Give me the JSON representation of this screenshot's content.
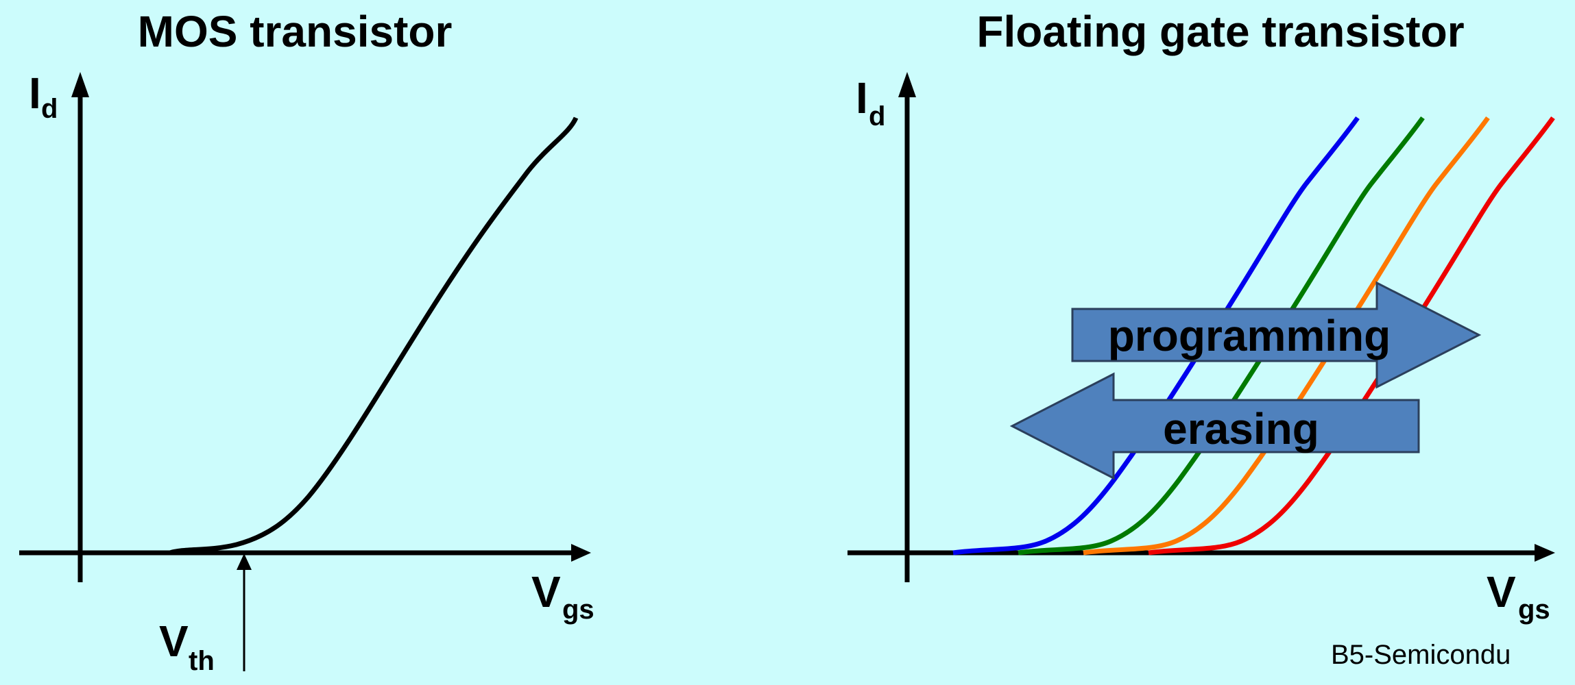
{
  "left_panel": {
    "title": "MOS transistor",
    "y_label": "I",
    "y_label_sub": "d",
    "x_label": "V",
    "x_label_sub": "gs",
    "vth_label": "V",
    "vth_label_sub": "th",
    "curve_color": "#000000"
  },
  "right_panel": {
    "title": "Floating gate transistor",
    "y_label": "I",
    "y_label_sub": "d",
    "x_label": "V",
    "x_label_sub": "gs",
    "curve_colors": [
      "#0000ee",
      "#007a00",
      "#ff7700",
      "#ee0000"
    ],
    "programming_label": "programming",
    "erasing_label": "erasing",
    "arrow_fill": "#4f81bd",
    "arrow_stroke": "#2b3f5c"
  },
  "footer": {
    "text": "B5-Semicondu"
  }
}
